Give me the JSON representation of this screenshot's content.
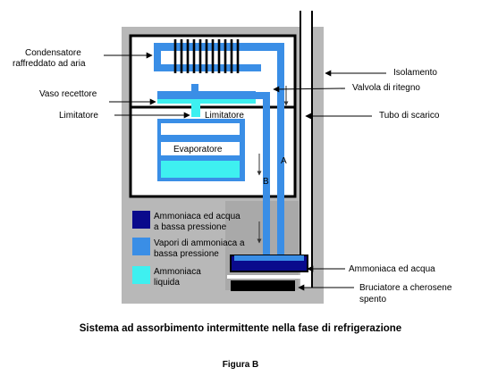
{
  "colors": {
    "liquid_low_pressure": "#0a0a8c",
    "vapor_low_pressure": "#3a8ee6",
    "liquid_ammonia": "#3ef0f0",
    "cabinet": "#b8b8b8",
    "frame": "#000000"
  },
  "labels": {
    "condenser_line1": "Condensatore",
    "condenser_line2": "raffreddato ad aria",
    "receiver": "Vaso recettore",
    "limiter_left": "Limitatore",
    "limiter_inner": "Limitatore",
    "insulation": "Isolamento",
    "check_valve": "Valvola di ritegno",
    "drain_pipe": "Tubo di scarico",
    "evaporator": "Evaporatore",
    "marker_a": "A",
    "marker_b": "B",
    "ammonia_water": "Ammoniaca ed acqua",
    "burner_line1": "Bruciatore a cherosene",
    "burner_line2": "spento"
  },
  "legend": [
    {
      "line1": "Ammoniaca ed acqua",
      "line2": "a bassa pressione",
      "color": "#0a0a8c"
    },
    {
      "line1": "Vapori di ammoniaca a",
      "line2": "bassa pressione",
      "color": "#3a8ee6"
    },
    {
      "line1": "Ammoniaca",
      "line2": "liquida",
      "color": "#3ef0f0"
    }
  ],
  "caption": "Sistema ad assorbimento intermittente nella fase di refrigerazione",
  "figure_label": "Figura B"
}
